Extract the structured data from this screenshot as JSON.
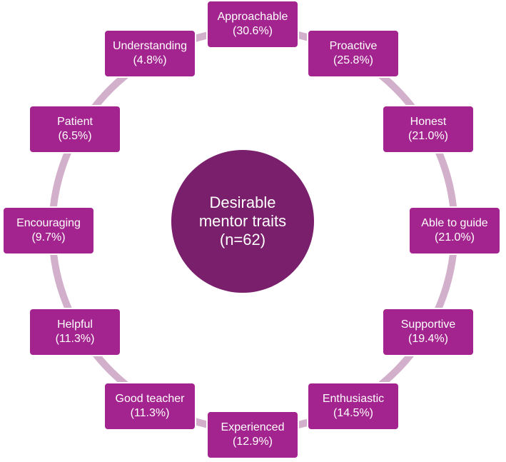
{
  "center": {
    "line1": "Desirable",
    "line2": "mentor traits",
    "line3": "(n=62)"
  },
  "colors": {
    "ring": "#d2b0cb",
    "box": "#a3248f",
    "center": "#7a1f6c",
    "text": "#ffffff"
  },
  "traits": [
    {
      "label": "Approachable",
      "value": "(30.6%)"
    },
    {
      "label": "Proactive",
      "value": "(25.8%)"
    },
    {
      "label": "Honest",
      "value": "(21.0%)"
    },
    {
      "label": "Able to guide",
      "value": "(21.0%)"
    },
    {
      "label": "Supportive",
      "value": "(19.4%)"
    },
    {
      "label": "Enthusiastic",
      "value": "(14.5%)"
    },
    {
      "label": "Experienced",
      "value": "(12.9%)"
    },
    {
      "label": "Good teacher",
      "value": "(11.3%)"
    },
    {
      "label": "Helpful",
      "value": "(11.3%)"
    },
    {
      "label": "Encouraging",
      "value": "(9.7%)"
    },
    {
      "label": "Patient",
      "value": "(6.5%)"
    },
    {
      "label": "Understanding",
      "value": "(4.8%)"
    }
  ]
}
